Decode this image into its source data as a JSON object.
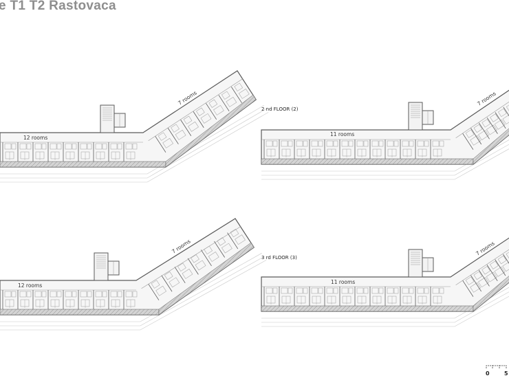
{
  "header": {
    "title": "e T1 T2 Rastovaca"
  },
  "plans": [
    {
      "id": "top-left",
      "floor_label": "",
      "straight_rooms": "12 rooms",
      "angled_rooms": "7 rooms"
    },
    {
      "id": "top-right",
      "floor_label": "2 nd FLOOR (2)",
      "straight_rooms": "11 rooms",
      "angled_rooms": "7 rooms"
    },
    {
      "id": "bottom-left",
      "floor_label": "",
      "straight_rooms": "12 rooms",
      "angled_rooms": "7 rooms"
    },
    {
      "id": "bottom-right",
      "floor_label": "3 rd FLOOR (3)",
      "straight_rooms": "11 rooms",
      "angled_rooms": "7 rooms"
    }
  ],
  "scale_bar": {
    "start": "0",
    "end": "5"
  },
  "colors": {
    "title": "#8e8e8e",
    "wall": "#5a5a5a",
    "shade": "#cfcfcf",
    "line": "#9a9a9a"
  }
}
